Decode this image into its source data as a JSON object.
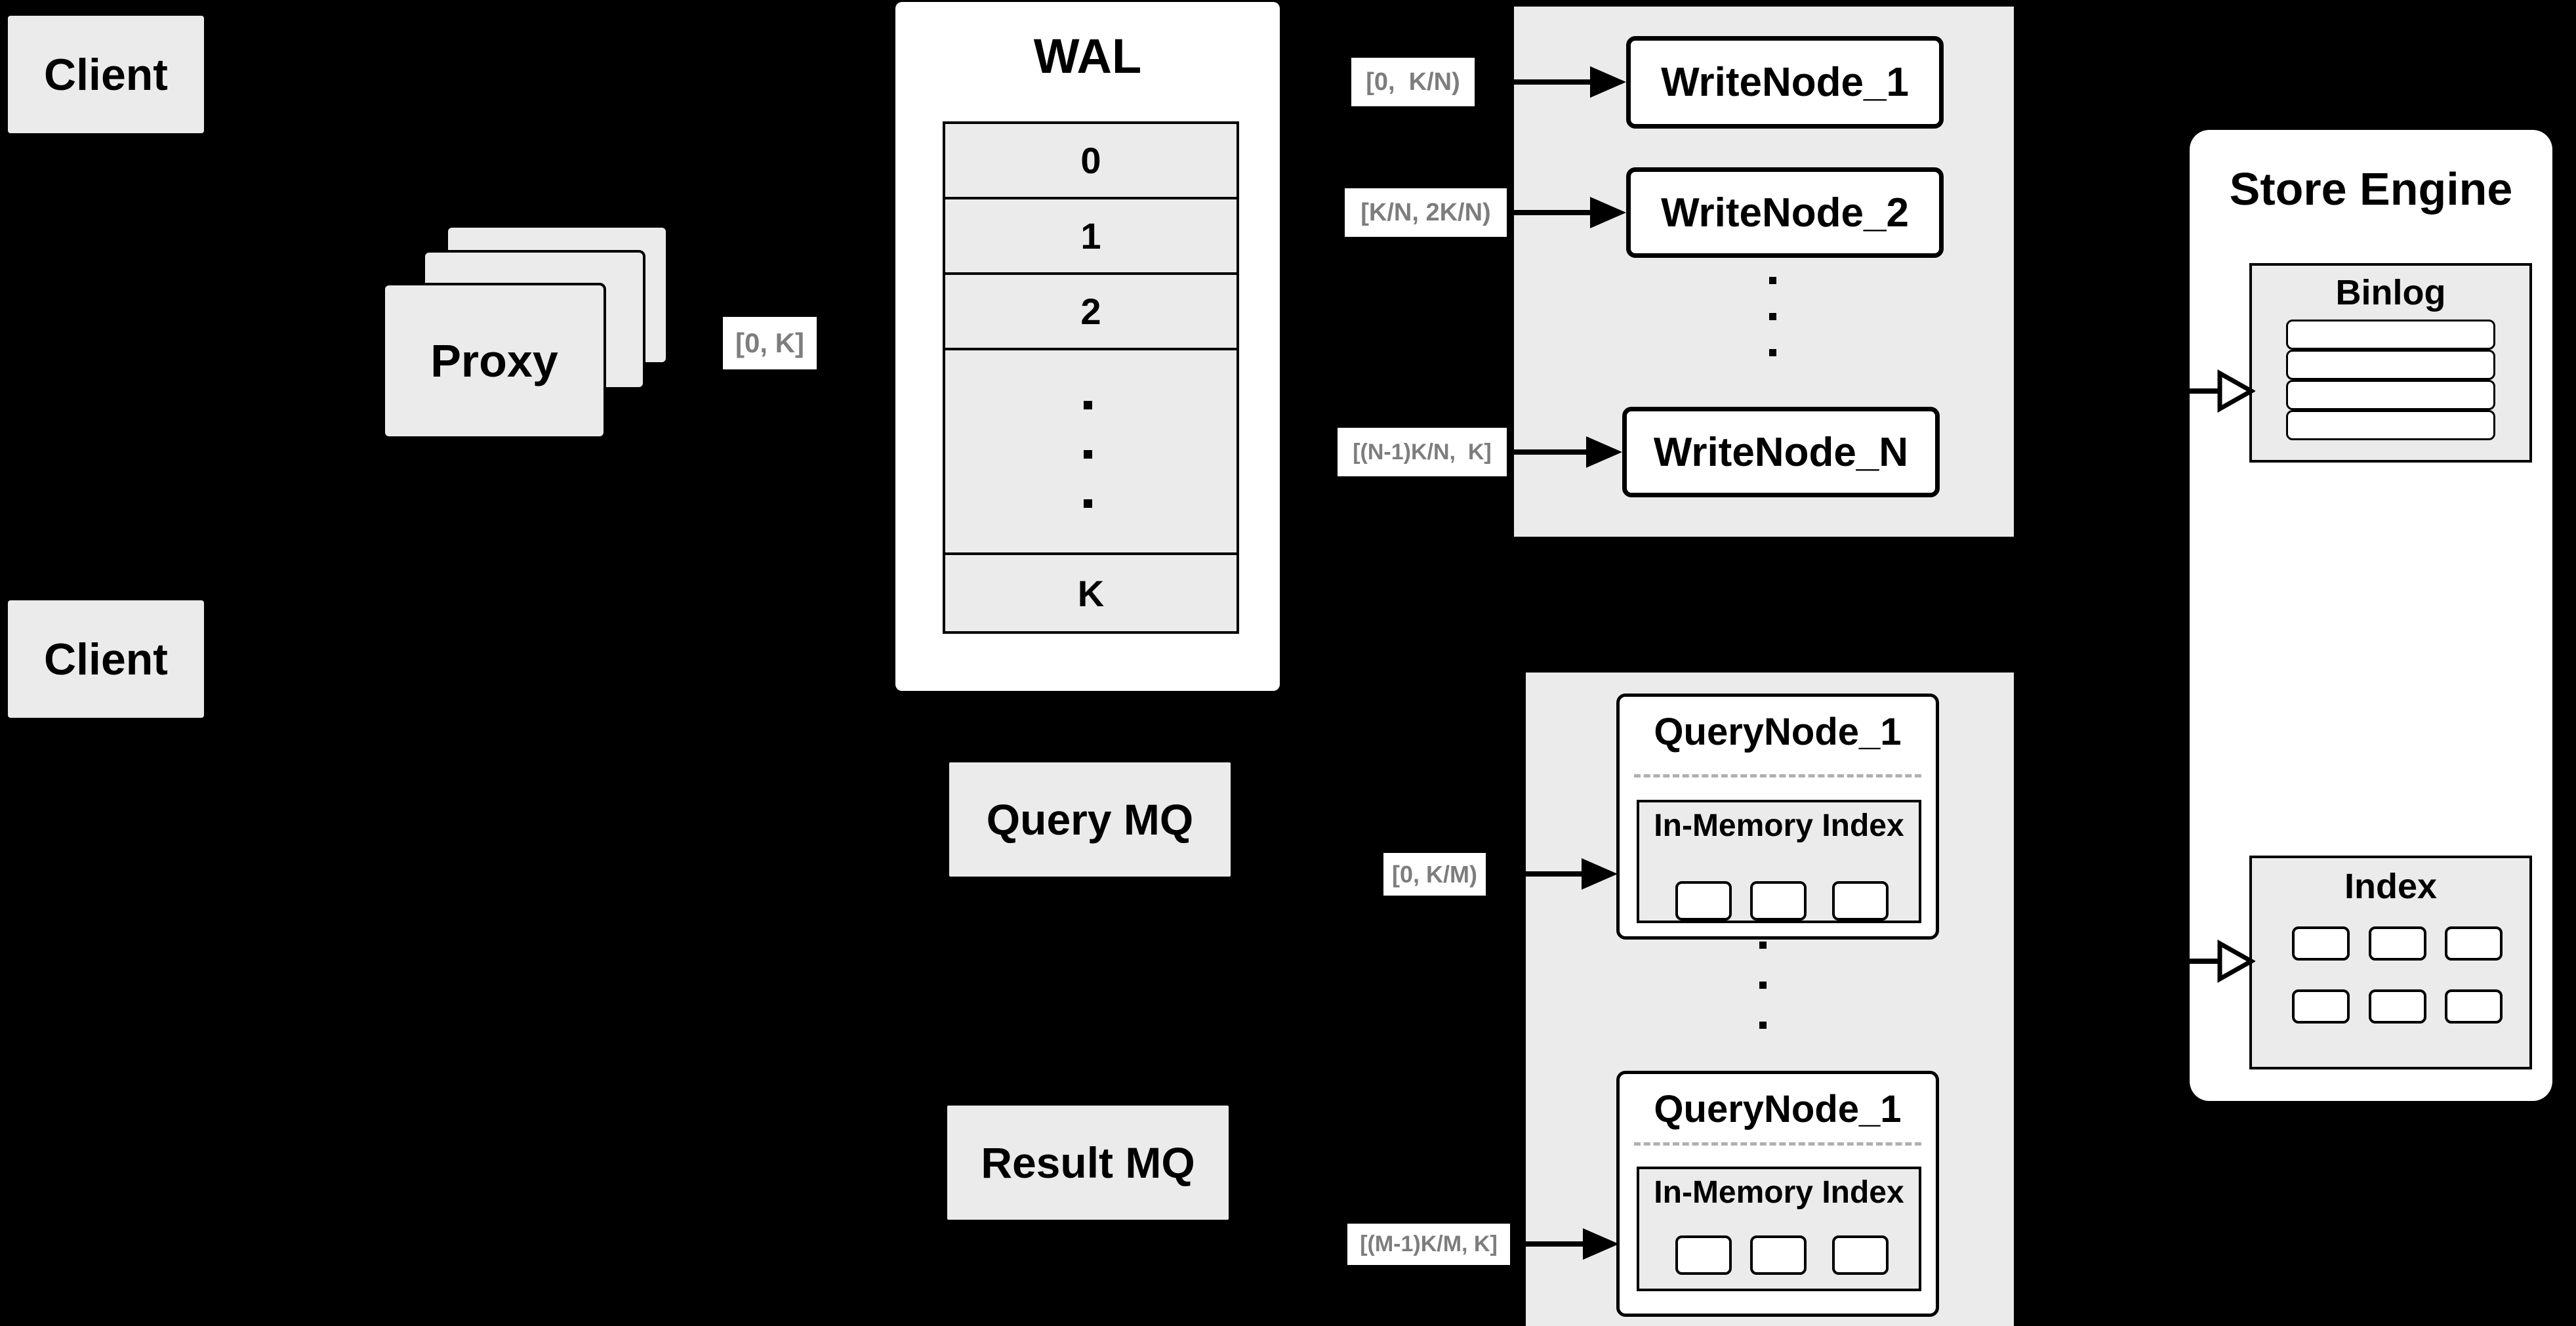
{
  "colors": {
    "background": "#000000",
    "panel_fill": "#ebebeb",
    "node_fill": "#ffffff",
    "line": "#000000",
    "range_label_text": "#7d7d7d",
    "dashed_divider": "#b0b0b0"
  },
  "clients": {
    "top": "Client",
    "bottom": "Client"
  },
  "proxy": {
    "label": "Proxy"
  },
  "labels": {
    "proxy_range": "[0, K]",
    "write_1": "[0,  K/N)",
    "write_2": "[K/N, 2K/N)",
    "write_n": "[(N-1)K/N,  K]",
    "query_1": "[0, K/M)",
    "query_m": "[(M-1)K/M, K]"
  },
  "wal": {
    "title": "WAL",
    "rows": [
      "0",
      "1",
      "2",
      "K"
    ]
  },
  "write_nodes": {
    "n1": "WriteNode_1",
    "n2": "WriteNode_2",
    "nN": "WriteNode_N"
  },
  "store_engine": {
    "title": "Store Engine",
    "binlog_title": "Binlog",
    "index_title": "Index"
  },
  "mq": {
    "query": "Query MQ",
    "result": "Result MQ"
  },
  "query_nodes": {
    "top_title": "QueryNode_1",
    "bottom_title": "QueryNode_1",
    "in_memory_title": "In-Memory Index"
  }
}
